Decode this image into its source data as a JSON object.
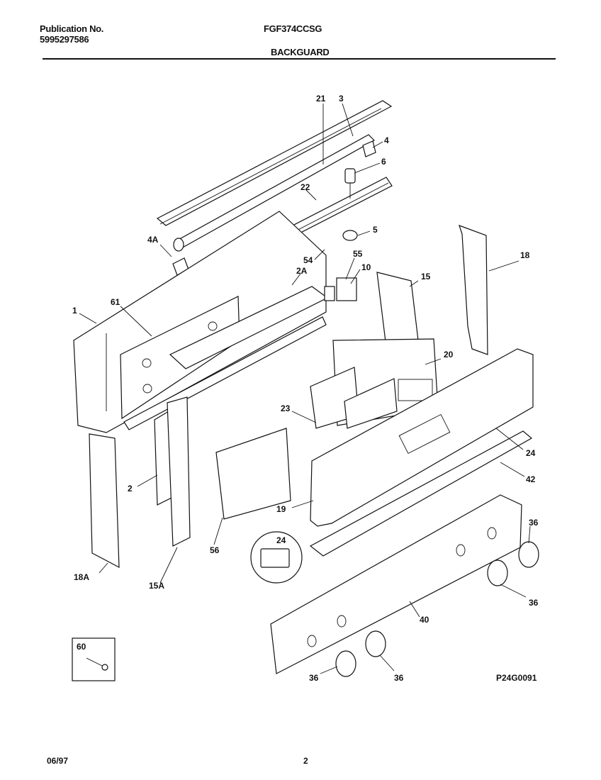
{
  "header": {
    "publication_label": "Publication No.",
    "publication_number": "5995297586",
    "model": "FGF374CCSG",
    "section": "BACKGUARD"
  },
  "callouts": [
    {
      "id": "c21",
      "label": "21"
    },
    {
      "id": "c3",
      "label": "3"
    },
    {
      "id": "c4",
      "label": "4"
    },
    {
      "id": "c6",
      "label": "6"
    },
    {
      "id": "c22",
      "label": "22"
    },
    {
      "id": "c5",
      "label": "5"
    },
    {
      "id": "c4a",
      "label": "4A"
    },
    {
      "id": "c54",
      "label": "54"
    },
    {
      "id": "c55",
      "label": "55"
    },
    {
      "id": "c10",
      "label": "10"
    },
    {
      "id": "c2a",
      "label": "2A"
    },
    {
      "id": "c15",
      "label": "15"
    },
    {
      "id": "c18",
      "label": "18"
    },
    {
      "id": "c1",
      "label": "1"
    },
    {
      "id": "c61",
      "label": "61"
    },
    {
      "id": "c20",
      "label": "20"
    },
    {
      "id": "c23",
      "label": "23"
    },
    {
      "id": "c24a",
      "label": "24"
    },
    {
      "id": "c42",
      "label": "42"
    },
    {
      "id": "c2",
      "label": "2"
    },
    {
      "id": "c19",
      "label": "19"
    },
    {
      "id": "c24b",
      "label": "24"
    },
    {
      "id": "c56",
      "label": "56"
    },
    {
      "id": "c36a",
      "label": "36"
    },
    {
      "id": "c36b",
      "label": "36"
    },
    {
      "id": "c40",
      "label": "40"
    },
    {
      "id": "c18a",
      "label": "18A"
    },
    {
      "id": "c15a",
      "label": "15A"
    },
    {
      "id": "c60",
      "label": "60"
    },
    {
      "id": "c36c",
      "label": "36"
    },
    {
      "id": "c36d",
      "label": "36"
    }
  ],
  "diagram_code": "P24G0091",
  "footer": {
    "date": "06/97",
    "page": "2"
  }
}
